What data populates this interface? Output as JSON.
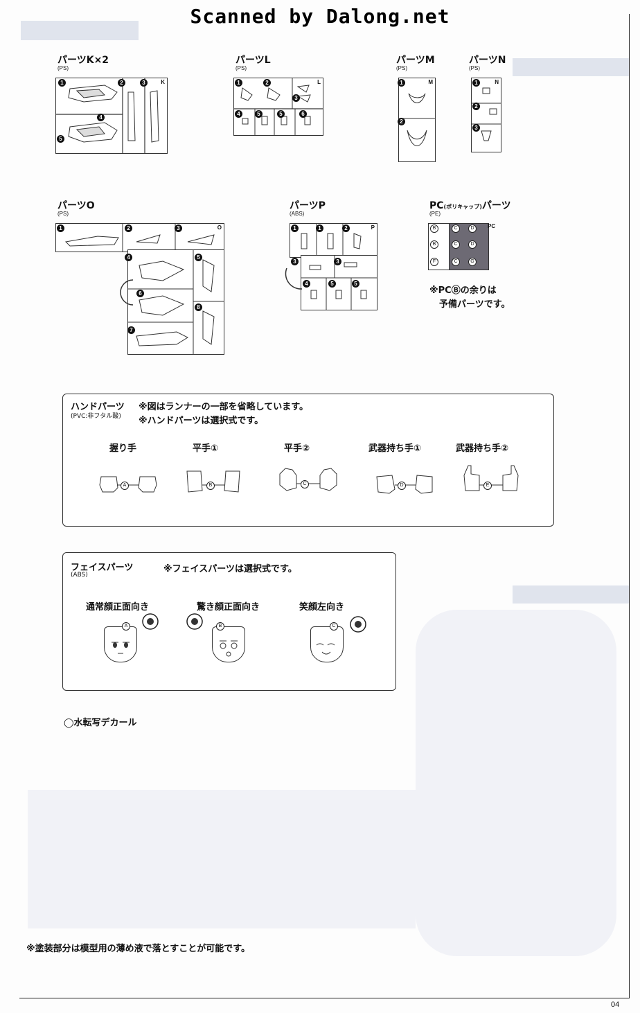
{
  "header": {
    "scan_credit": "Scanned by Dalong.net"
  },
  "parts": [
    {
      "id": "K",
      "title": "パーツK×2",
      "material": "(PS)",
      "runner_letter": "K",
      "numbers": [
        "1",
        "2",
        "3",
        "4",
        "5"
      ]
    },
    {
      "id": "L",
      "title": "パーツL",
      "material": "(PS)",
      "runner_letter": "L",
      "numbers": [
        "1",
        "2",
        "3",
        "4",
        "5",
        "5",
        "6"
      ]
    },
    {
      "id": "M",
      "title": "パーツM",
      "material": "(PS)",
      "runner_letter": "M",
      "numbers": [
        "1",
        "2"
      ]
    },
    {
      "id": "N",
      "title": "パーツN",
      "material": "(PS)",
      "runner_letter": "N",
      "numbers": [
        "1",
        "2",
        "3"
      ]
    },
    {
      "id": "O",
      "title": "パーツO",
      "material": "(PS)",
      "runner_letter": "O",
      "numbers": [
        "1",
        "2",
        "3",
        "4",
        "5",
        "6",
        "7",
        "8"
      ]
    },
    {
      "id": "P",
      "title": "パーツP",
      "material": "(ABS)",
      "runner_letter": "P",
      "numbers": [
        "1",
        "1",
        "2",
        "3",
        "3",
        "4",
        "5",
        "5"
      ]
    }
  ],
  "pc_parts": {
    "title_main": "PC",
    "title_sub": "(ポリキャップ)",
    "title_end": "パーツ",
    "material": "(PE)",
    "runner_letter": "PC",
    "labels": [
      "B",
      "C",
      "D",
      "B",
      "C",
      "D",
      "F",
      "C",
      "G"
    ],
    "note_line1": "※PCⒷの余りは",
    "note_line2": "予備パーツです。"
  },
  "hand_parts": {
    "title": "ハンドパーツ",
    "material": "(PVC:非フタル酸)",
    "note1": "※図はランナーの一部を省略しています。",
    "note2": "※ハンドパーツは選択式です。",
    "items": [
      {
        "label": "握り手",
        "letter": "A"
      },
      {
        "label": "平手①",
        "letter": "B"
      },
      {
        "label": "平手②",
        "letter": "C"
      },
      {
        "label": "武器持ち手①",
        "letter": "D"
      },
      {
        "label": "武器持ち手②",
        "letter": "E"
      }
    ]
  },
  "face_parts": {
    "title": "フェイスパーツ",
    "material": "(ABS)",
    "note": "※フェイスパーツは選択式です。",
    "items": [
      {
        "label": "通常顔正面向き",
        "letter": "A"
      },
      {
        "label": "驚き顔正面向き",
        "letter": "B"
      },
      {
        "label": "笑顔左向き",
        "letter": "C"
      }
    ]
  },
  "decal": "◯水転写デカール",
  "footer_note": "※塗装部分は模型用の薄め液で落とすことが可能です。",
  "page_number": "04"
}
